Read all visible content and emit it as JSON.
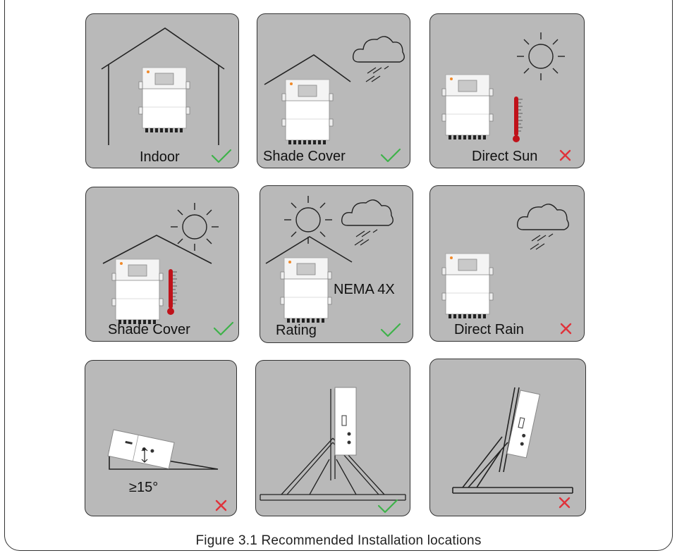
{
  "panels": [
    {
      "label": "Indoor",
      "status": "ok"
    },
    {
      "label": "Shade Cover",
      "status": "ok"
    },
    {
      "label": "Direct Sun",
      "status": "no"
    },
    {
      "label": "Shade Cover",
      "status": "ok"
    },
    {
      "label": "Rating",
      "label2": "NEMA 4X",
      "status": "ok"
    },
    {
      "label": "Direct Rain",
      "status": "no"
    },
    {
      "label": "≥15°",
      "status": "no"
    },
    {
      "label": "",
      "status": "ok"
    },
    {
      "label": "",
      "status": "no"
    }
  ],
  "caption": "Figure 3.1 Recommended Installation locations",
  "colors": {
    "panel_bg": "#b9b9b9",
    "ok": "#3eb24a",
    "no": "#e0323a",
    "thermometer": "#c0121a"
  },
  "icons": [
    "house-icon",
    "roof-icon",
    "sun-icon",
    "cloud-rain-icon",
    "thermometer-icon",
    "inverter-icon",
    "check-icon",
    "cross-icon",
    "bracket-stand-icon",
    "slope-icon"
  ]
}
